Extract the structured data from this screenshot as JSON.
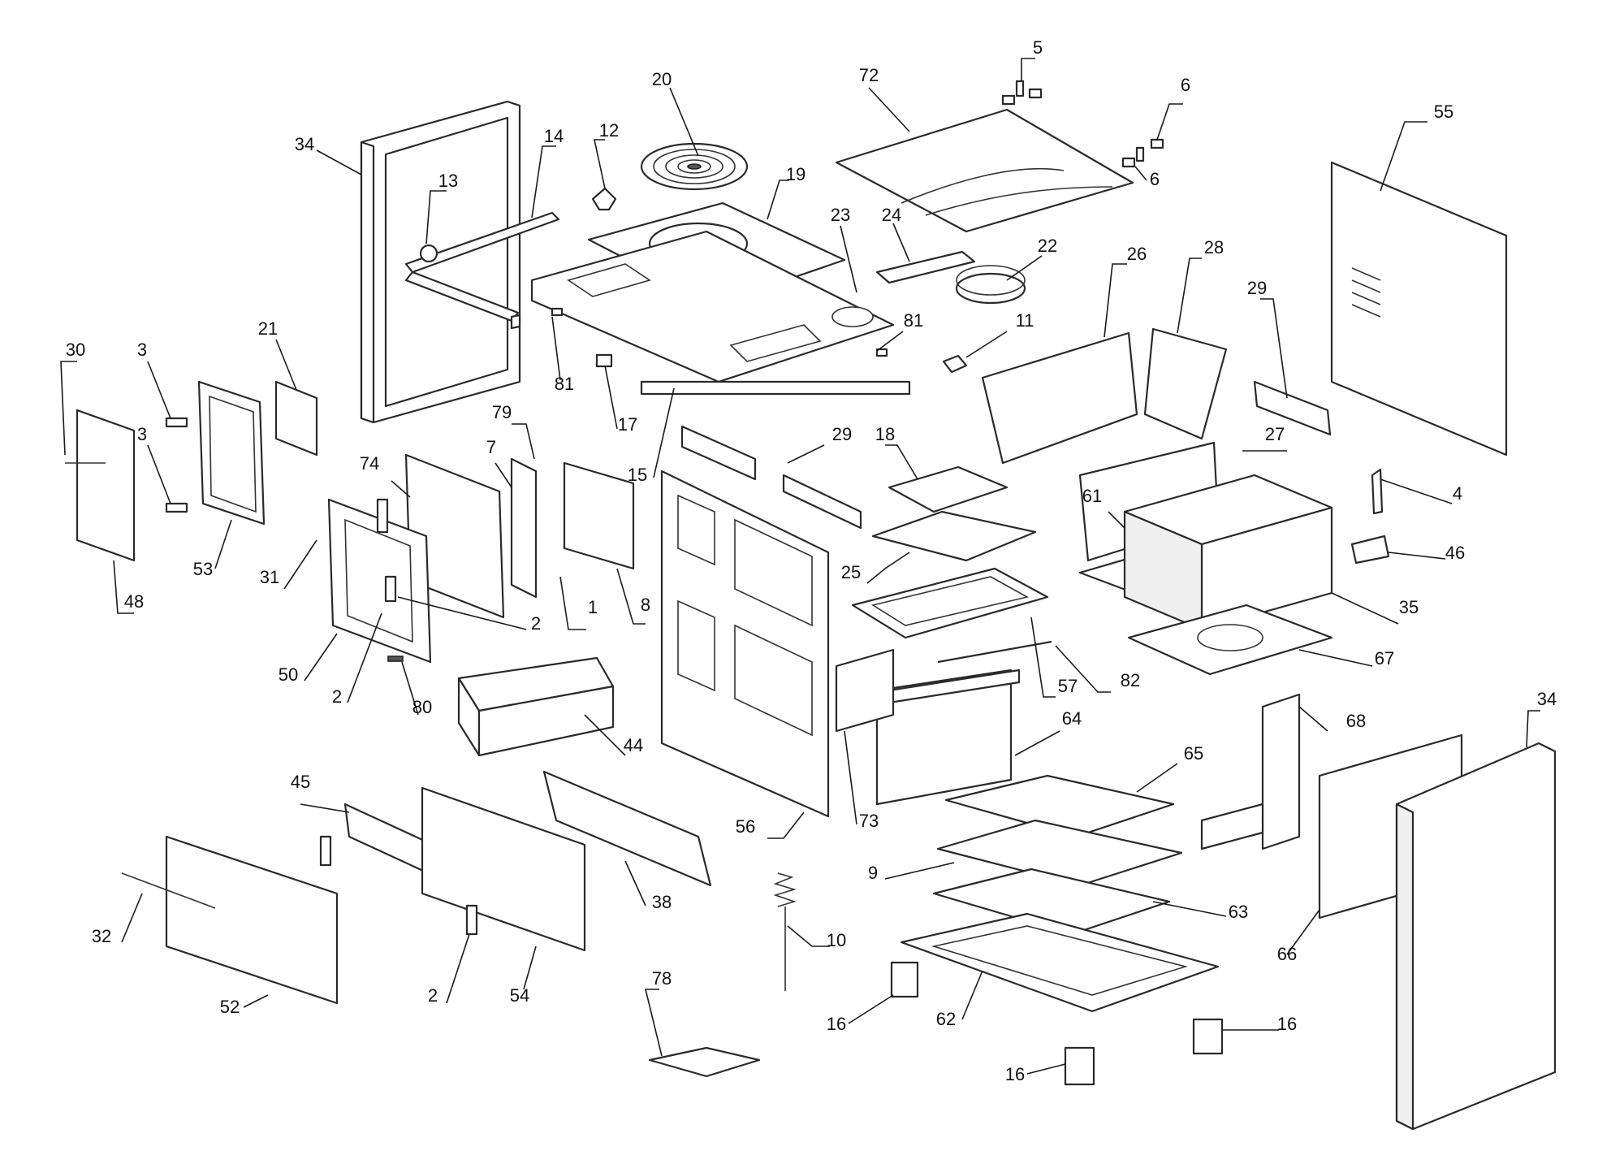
{
  "diagram": {
    "callouts": [
      {
        "id": "c-20",
        "label": "20"
      },
      {
        "id": "c-72",
        "label": "72"
      },
      {
        "id": "c-5",
        "label": "5"
      },
      {
        "id": "c-6a",
        "label": "6"
      },
      {
        "id": "c-6b",
        "label": "6"
      },
      {
        "id": "c-55",
        "label": "55"
      },
      {
        "id": "c-34a",
        "label": "34"
      },
      {
        "id": "c-14",
        "label": "14"
      },
      {
        "id": "c-12",
        "label": "12"
      },
      {
        "id": "c-13",
        "label": "13"
      },
      {
        "id": "c-19",
        "label": "19"
      },
      {
        "id": "c-23",
        "label": "23"
      },
      {
        "id": "c-24",
        "label": "24"
      },
      {
        "id": "c-22",
        "label": "22"
      },
      {
        "id": "c-26",
        "label": "26"
      },
      {
        "id": "c-28",
        "label": "28"
      },
      {
        "id": "c-29a",
        "label": "29"
      },
      {
        "id": "c-21",
        "label": "21"
      },
      {
        "id": "c-81a",
        "label": "81"
      },
      {
        "id": "c-81b",
        "label": "81"
      },
      {
        "id": "c-11",
        "label": "11"
      },
      {
        "id": "c-30",
        "label": "30"
      },
      {
        "id": "c-3a",
        "label": "3"
      },
      {
        "id": "c-3b",
        "label": "3"
      },
      {
        "id": "c-17",
        "label": "17"
      },
      {
        "id": "c-79",
        "label": "79"
      },
      {
        "id": "c-15",
        "label": "15"
      },
      {
        "id": "c-29b",
        "label": "29"
      },
      {
        "id": "c-18",
        "label": "18"
      },
      {
        "id": "c-27",
        "label": "27"
      },
      {
        "id": "c-74",
        "label": "74"
      },
      {
        "id": "c-7",
        "label": "7"
      },
      {
        "id": "c-4",
        "label": "4"
      },
      {
        "id": "c-61",
        "label": "61"
      },
      {
        "id": "c-46",
        "label": "46"
      },
      {
        "id": "c-53",
        "label": "53"
      },
      {
        "id": "c-31",
        "label": "31"
      },
      {
        "id": "c-48",
        "label": "48"
      },
      {
        "id": "c-25",
        "label": "25"
      },
      {
        "id": "c-1",
        "label": "1"
      },
      {
        "id": "c-8",
        "label": "8"
      },
      {
        "id": "c-35",
        "label": "35"
      },
      {
        "id": "c-2a",
        "label": "2"
      },
      {
        "id": "c-57",
        "label": "57"
      },
      {
        "id": "c-82",
        "label": "82"
      },
      {
        "id": "c-67",
        "label": "67"
      },
      {
        "id": "c-50",
        "label": "50"
      },
      {
        "id": "c-2b",
        "label": "2"
      },
      {
        "id": "c-80",
        "label": "80"
      },
      {
        "id": "c-64",
        "label": "64"
      },
      {
        "id": "c-68",
        "label": "68"
      },
      {
        "id": "c-34b",
        "label": "34"
      },
      {
        "id": "c-44",
        "label": "44"
      },
      {
        "id": "c-65",
        "label": "65"
      },
      {
        "id": "c-45",
        "label": "45"
      },
      {
        "id": "c-56",
        "label": "56"
      },
      {
        "id": "c-73",
        "label": "73"
      },
      {
        "id": "c-9",
        "label": "9"
      },
      {
        "id": "c-38",
        "label": "38"
      },
      {
        "id": "c-63",
        "label": "63"
      },
      {
        "id": "c-32",
        "label": "32"
      },
      {
        "id": "c-10",
        "label": "10"
      },
      {
        "id": "c-66",
        "label": "66"
      },
      {
        "id": "c-52",
        "label": "52"
      },
      {
        "id": "c-2c",
        "label": "2"
      },
      {
        "id": "c-54",
        "label": "54"
      },
      {
        "id": "c-78",
        "label": "78"
      },
      {
        "id": "c-16a",
        "label": "16"
      },
      {
        "id": "c-62",
        "label": "62"
      },
      {
        "id": "c-16b",
        "label": "16"
      },
      {
        "id": "c-16c",
        "label": "16"
      }
    ]
  }
}
